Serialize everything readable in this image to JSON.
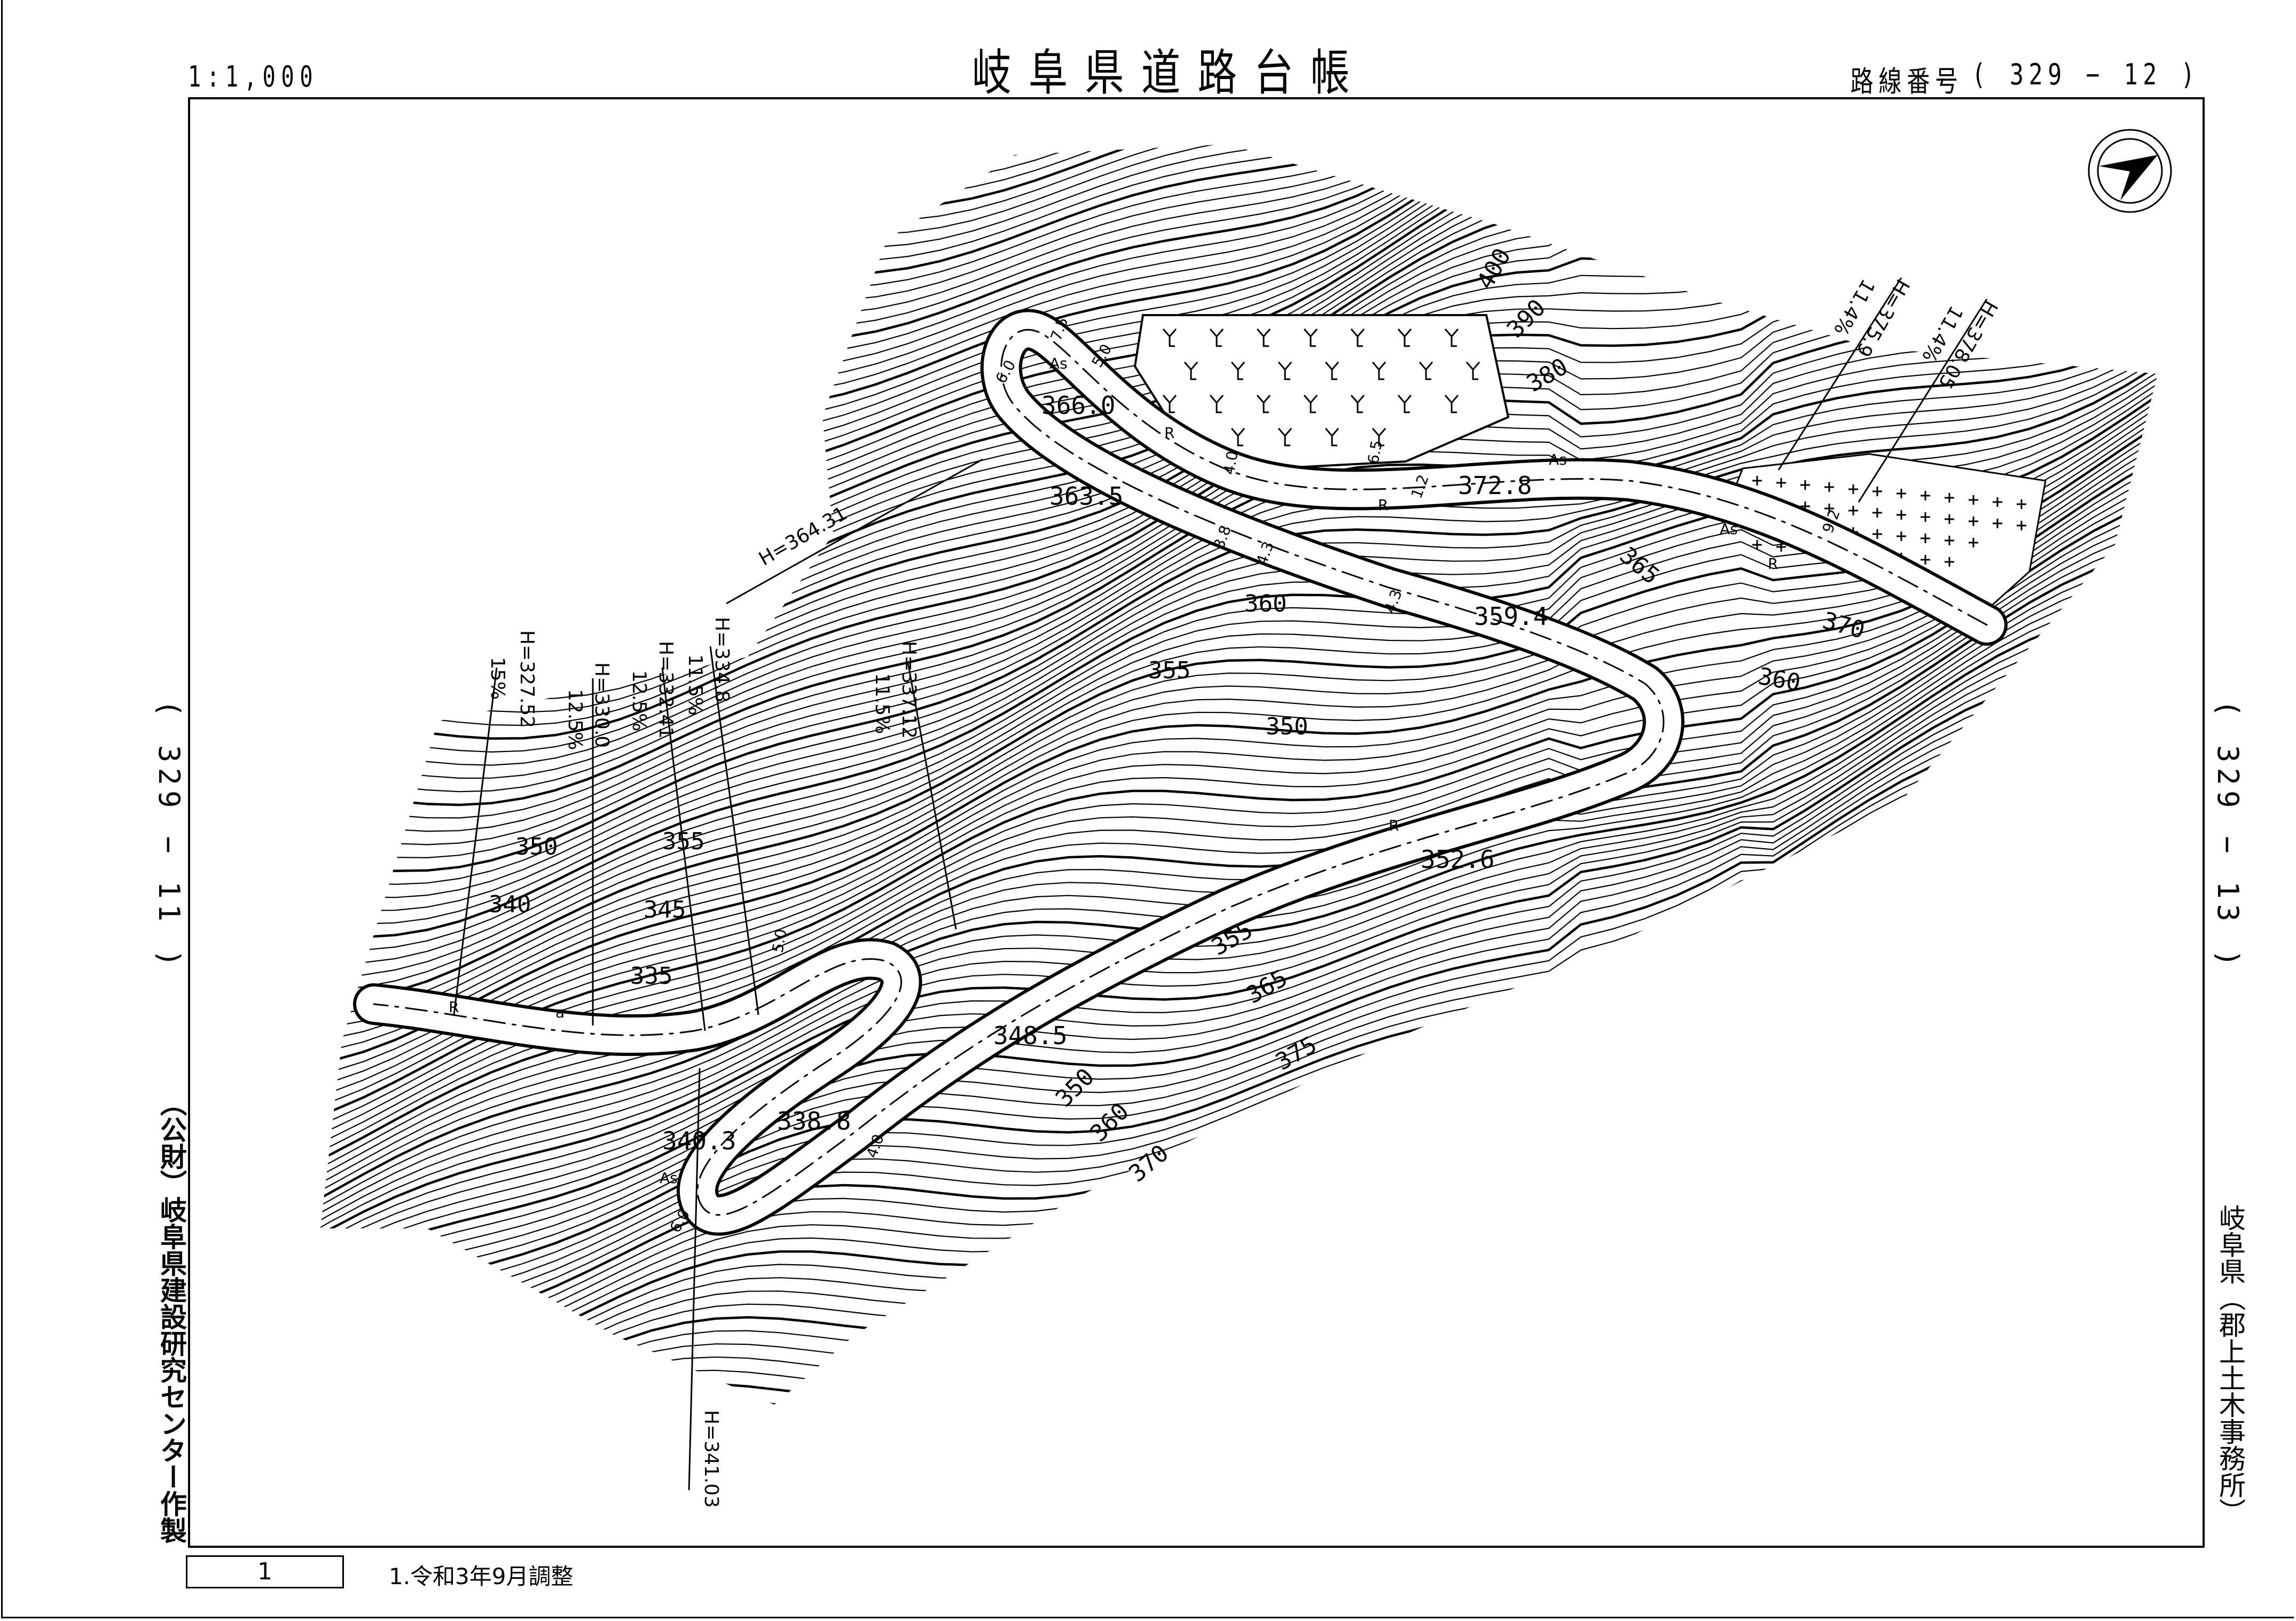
{
  "header": {
    "scale": "1:1,000",
    "title": "岐阜県道路台帳",
    "route_label": "路線番号",
    "route_number": "( 329 − 12 )"
  },
  "side": {
    "left_adjacent": "( 329 − 11 )",
    "right_adjacent": "( 329 − 13 )",
    "producer": "（公財）岐阜県建設研究センター作製",
    "office": "岐阜県（郡上土木事務所）"
  },
  "footer": {
    "sheet_number": "1",
    "revision": "1.令和3年9月調整"
  },
  "map": {
    "north_arrow": "north-arrow",
    "contour_labels": [
      "400",
      "390",
      "380",
      "365",
      "370",
      "360",
      "355",
      "350",
      "360",
      "355",
      "365",
      "375",
      "350",
      "360",
      "370",
      "350",
      "355",
      "340",
      "345",
      "335"
    ],
    "spot_elevations": [
      "366.0",
      "363.5",
      "372.8",
      "359.4",
      "352.6",
      "348.5",
      "340.3",
      "338.8"
    ],
    "grade_points": [
      {
        "h": "H=364.31",
        "grade": ""
      },
      {
        "h": "H=327.52",
        "grade": "15%"
      },
      {
        "h": "H=330.0",
        "grade": "12.5%"
      },
      {
        "h": "H=332.41",
        "grade": "12.5%"
      },
      {
        "h": "H=334.8",
        "grade": "11.5%"
      },
      {
        "h": "H=337.12",
        "grade": "11.5%"
      },
      {
        "h": "H=341.03",
        "grade": ""
      },
      {
        "h": "H=375.9",
        "grade": "11.4%"
      },
      {
        "h": "H=378.05",
        "grade": "11.4%"
      }
    ],
    "road_widths": [
      "7.5",
      "5.0",
      "6.0",
      "4.0",
      "6.5",
      "1.2",
      "3.8",
      "4.3",
      "4.3",
      "9.2",
      "6.0",
      "4.0",
      "5.0"
    ],
    "surface_labels": [
      "As",
      "As",
      "As",
      "As",
      "R",
      "R",
      "R",
      "R",
      "R",
      "a"
    ]
  }
}
